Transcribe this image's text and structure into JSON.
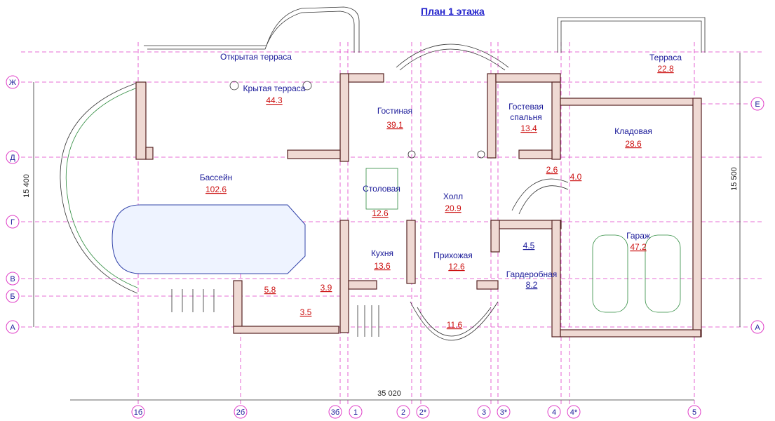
{
  "title": "План 1 этажа",
  "rooms": {
    "open_terrace": {
      "name": "Открытая терраса"
    },
    "covered_terrace": {
      "name": "Крытая терраса",
      "area": "44.3"
    },
    "living": {
      "name": "Гостиная",
      "area": "39.1"
    },
    "guest_bedroom": {
      "name": "Гостевая спальня",
      "name_l1": "Гостевая",
      "name_l2": "спальня",
      "area": "13.4"
    },
    "terrace": {
      "name": "Терраса",
      "area": "22.8"
    },
    "storage": {
      "name": "Кладовая",
      "area": "28.6"
    },
    "pool": {
      "name": "Бассейн",
      "area": "102.6"
    },
    "dining": {
      "name": "Столовая",
      "area": "12.6"
    },
    "hall": {
      "name": "Холл",
      "area": "20.9"
    },
    "kitchen": {
      "name": "Кухня",
      "area": "13.6"
    },
    "entry": {
      "name": "Прихожая",
      "area": "12.6"
    },
    "wardrobe": {
      "name": "Гардеробная",
      "area": "8.2"
    },
    "garage": {
      "name": "Гараж",
      "area": "47.2"
    },
    "r26": {
      "area": "2.6"
    },
    "r40": {
      "area": "4.0"
    },
    "r45": {
      "area": "4.5"
    },
    "r58": {
      "area": "5.8"
    },
    "r39": {
      "area": "3.9"
    },
    "r35": {
      "area": "3.5"
    },
    "r116": {
      "area": "11.6"
    }
  },
  "axes_left": [
    "Ж",
    "Д",
    "Г",
    "В",
    "Б",
    "А"
  ],
  "axes_right": [
    "Е",
    "А"
  ],
  "axes_bottom": [
    "1б",
    "2б",
    "3б",
    "1",
    "2",
    "2*",
    "3",
    "3*",
    "4",
    "4*",
    "5"
  ],
  "dimensions": {
    "width": "35 020",
    "left_height": "15 400",
    "right_height": "15 500"
  }
}
